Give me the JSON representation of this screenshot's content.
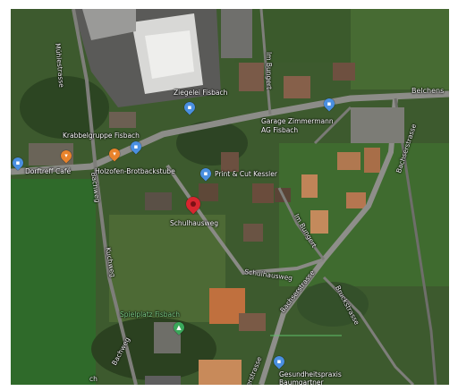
{
  "map": {
    "type": "satellite",
    "colors": {
      "marker": "#d8262f",
      "poi_blue": "#4a8fe0",
      "poi_orange": "#e8832c",
      "poi_green": "#3aa85b"
    },
    "streets": {
      "muehlestrasse": "Mühlestrasse",
      "im_bungert_north": "Im Bungert",
      "belchen": "Belchens",
      "bachweg_left": "Bachweg",
      "kuchweg": "Kuchweg",
      "bachserstrasse_east": "Bachserstrasse",
      "im_bungert_south": "Im Bungert",
      "schulhausweg": "Schulhausweg",
      "bachserstrasse_south": "Bachserstrasse",
      "bruckstrasse": "Bruckstrasse",
      "bachweg_bottom": "Bachweg",
      "ch_bottom": "ch",
      "erstrasse_bottom": "erstrasse"
    },
    "places": {
      "ziegelei": "Ziegelei Fisbach",
      "garage": "Garage Zimmermann AG Fisbach",
      "krabbelgruppe": "Krabbelgruppe Fisbach",
      "dorftreff": "Dorftreff Café",
      "holzofen": "Holzofen-Brotbackstube",
      "print": "Print & Cut Kessler",
      "spielplatz": "Spielplatz Fisbach",
      "gesundheitspraxis": "Gesundheitspraxis Baumgartner"
    },
    "marker": {
      "label": "Schulhausweg",
      "icon": "location-pin-icon"
    }
  }
}
